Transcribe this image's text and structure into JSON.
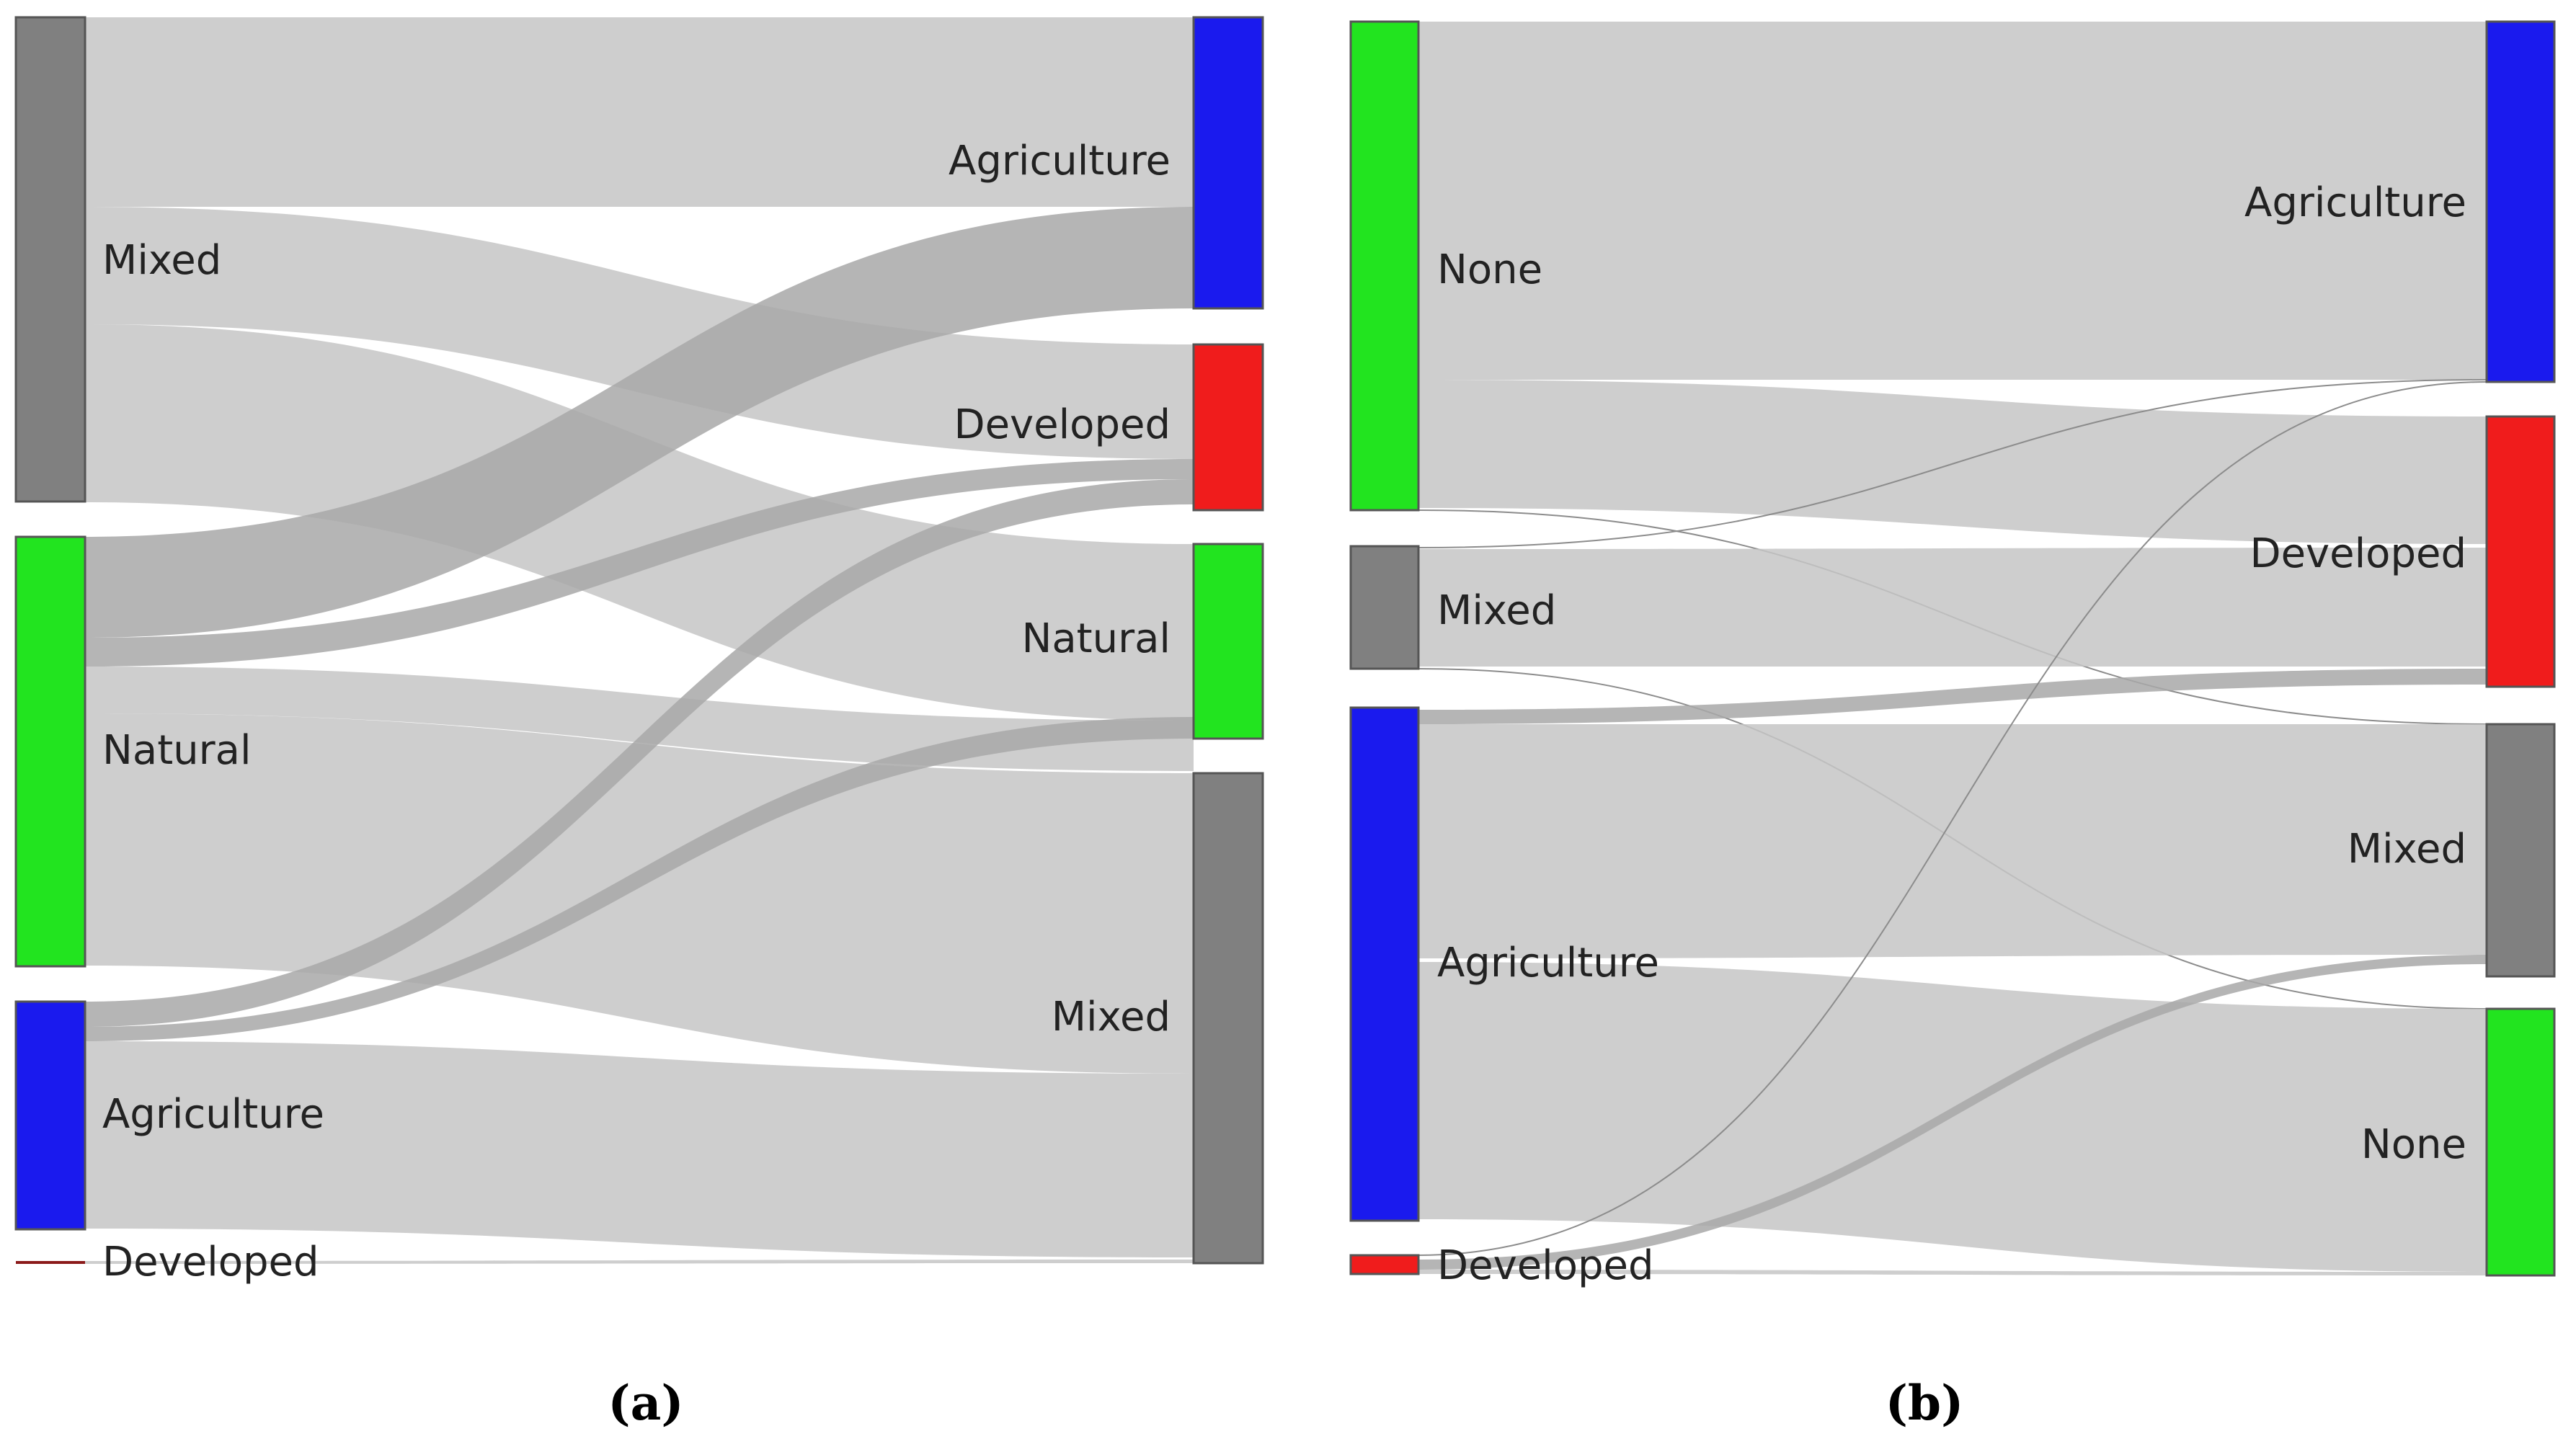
{
  "colors": {
    "Agriculture": "#1a1aee",
    "Developed": "#f01c1c",
    "Natural": "#22e41f",
    "None": "#22e41f",
    "Mixed": "#808080",
    "link": "#c6c6c6"
  },
  "panels": [
    {
      "caption": "(a)",
      "left_nodes": [
        {
          "label": "Mixed",
          "color": "#808080"
        },
        {
          "label": "Natural",
          "color": "#22e41f"
        },
        {
          "label": "Agriculture",
          "color": "#1a1aee"
        },
        {
          "label": "Developed",
          "color": "#8b1a1a"
        }
      ],
      "right_nodes": [
        {
          "label": "Agriculture",
          "color": "#1a1aee"
        },
        {
          "label": "Developed",
          "color": "#f01c1c"
        },
        {
          "label": "Natural",
          "color": "#22e41f"
        },
        {
          "label": "Mixed",
          "color": "#808080"
        }
      ]
    },
    {
      "caption": "(b)",
      "left_nodes": [
        {
          "label": "None",
          "color": "#22e41f"
        },
        {
          "label": "Mixed",
          "color": "#808080"
        },
        {
          "label": "Agriculture",
          "color": "#1a1aee"
        },
        {
          "label": "Developed",
          "color": "#f01c1c"
        }
      ],
      "right_nodes": [
        {
          "label": "Agriculture",
          "color": "#1a1aee"
        },
        {
          "label": "Developed",
          "color": "#f01c1c"
        },
        {
          "label": "Mixed",
          "color": "#808080"
        },
        {
          "label": "None",
          "color": "#22e41f"
        }
      ]
    }
  ]
}
